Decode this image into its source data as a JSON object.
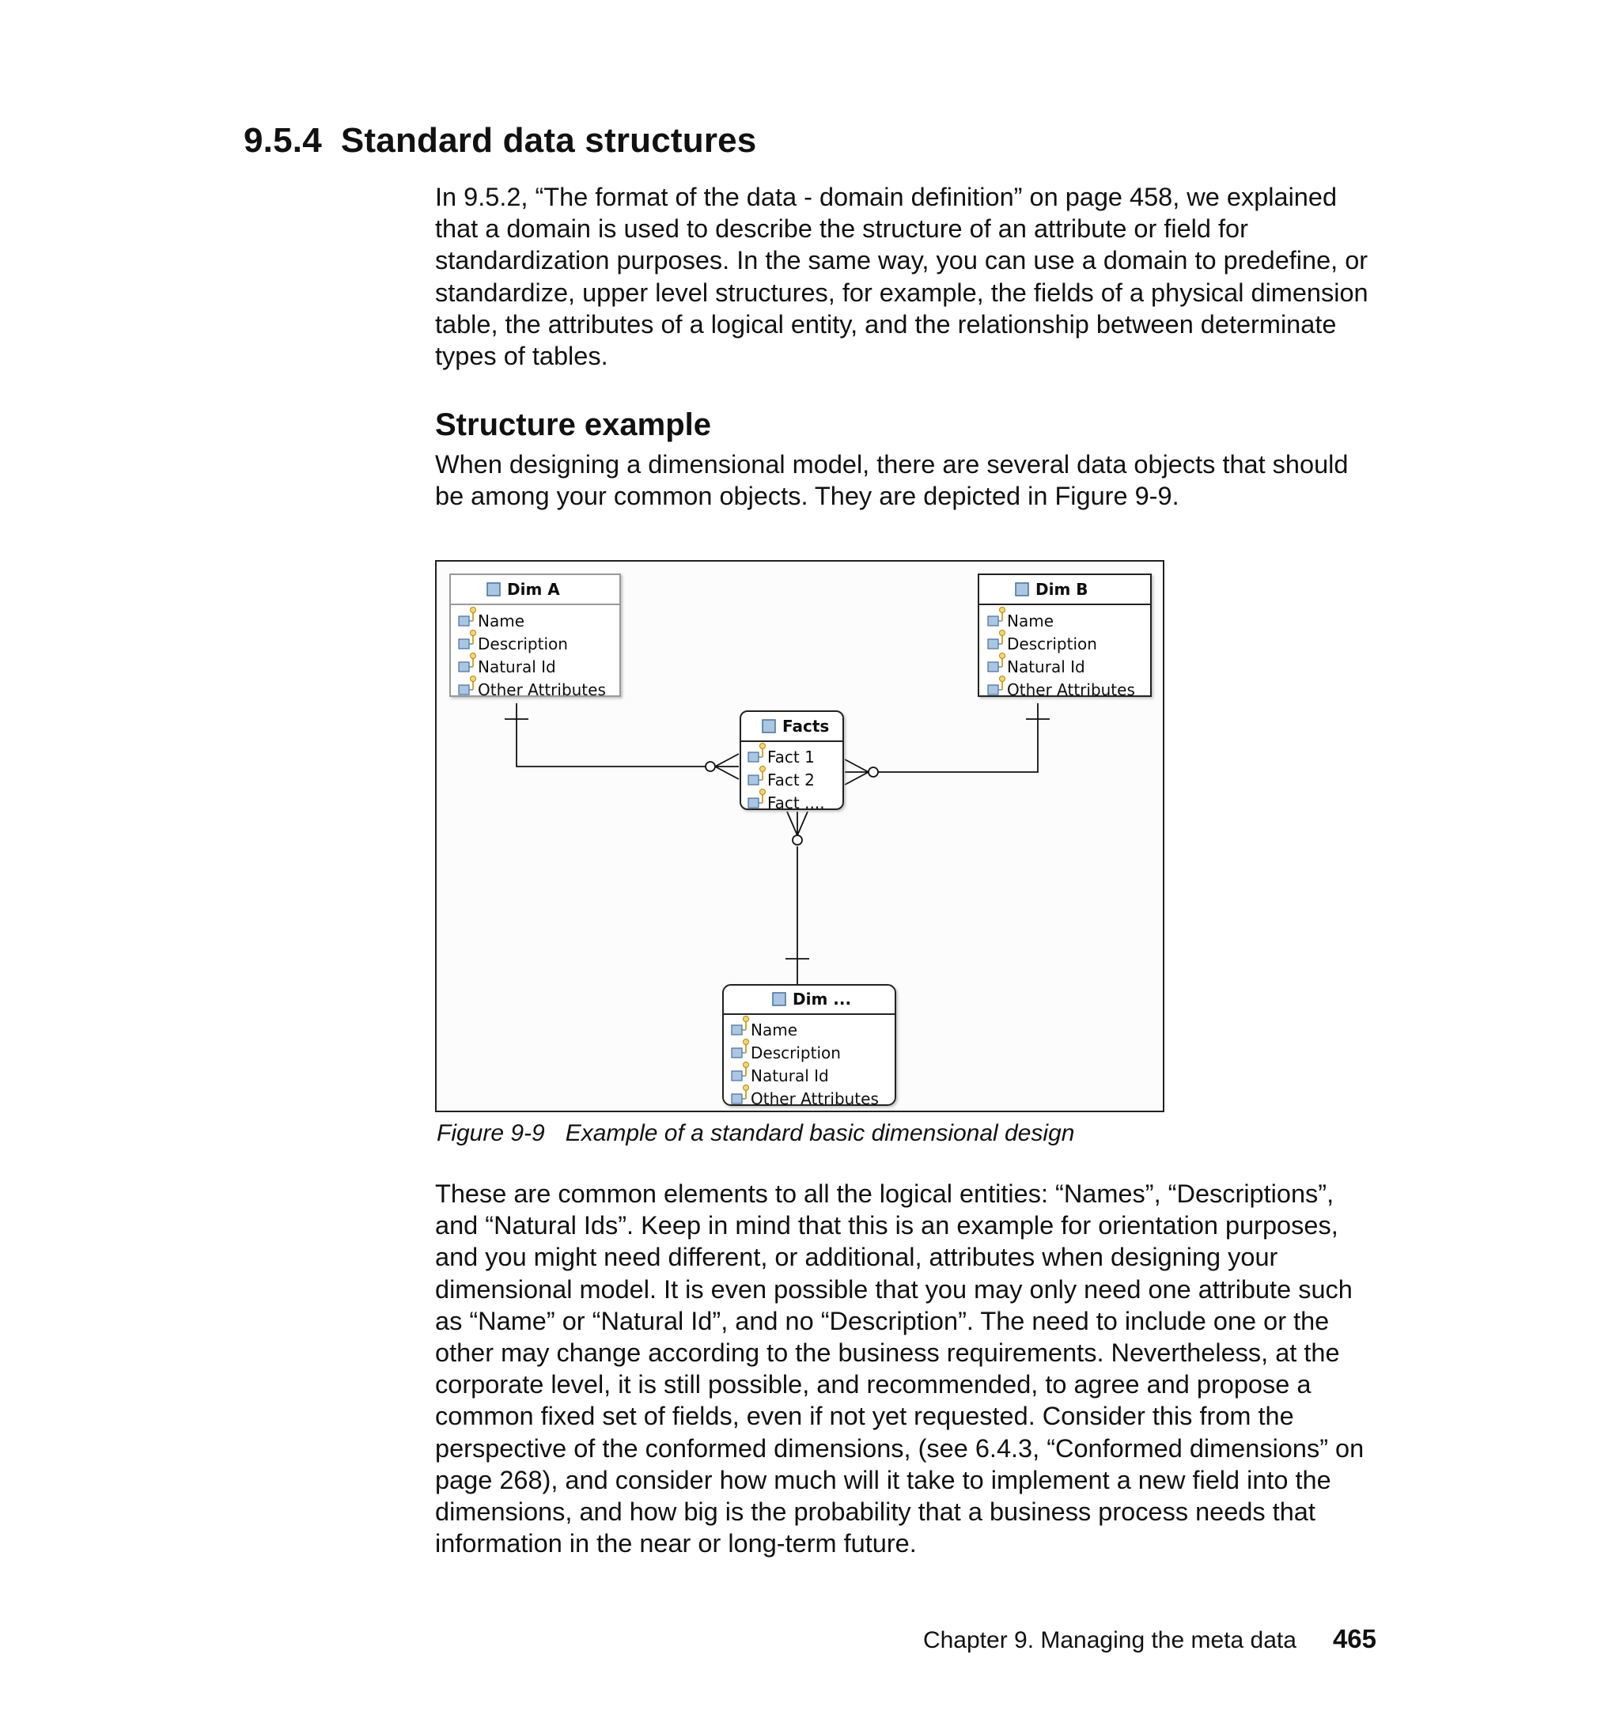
{
  "section": {
    "number": "9.5.4",
    "title": "Standard data structures"
  },
  "intro_paragraph": "In 9.5.2, “The format of the data - domain definition” on page 458, we explained that a domain is used to describe the structure of an attribute or field for standardization purposes. In the same way, you can use a domain to predefine, or standardize, upper level structures, for example, the fields of a physical dimension table, the attributes of a logical entity, and the relationship between determinate types of tables.",
  "subsection": {
    "title": "Structure example",
    "paragraph": "When designing a dimensional model, there are several data objects that should be among your common objects. They are depicted in Figure 9-9."
  },
  "figure": {
    "label": "Figure 9-9",
    "caption": "Example of a standard basic dimensional design",
    "entities": {
      "dim_a": {
        "title": "Dim A",
        "attributes": [
          "Name",
          "Description",
          "Natural Id",
          "Other Attributes"
        ]
      },
      "dim_b": {
        "title": "Dim B",
        "attributes": [
          "Name",
          "Description",
          "Natural Id",
          "Other Attributes"
        ]
      },
      "facts": {
        "title": "Facts",
        "attributes": [
          "Fact 1",
          "Fact 2",
          "Fact ...."
        ]
      },
      "dim_n": {
        "title": "Dim ...",
        "attributes": [
          "Name",
          "Description",
          "Natural Id",
          "Other Attributes"
        ]
      }
    },
    "relationships": [
      {
        "from": "Dim A",
        "to": "Facts",
        "from_end": "one",
        "to_end": "zero-or-many"
      },
      {
        "from": "Dim B",
        "to": "Facts",
        "from_end": "one",
        "to_end": "zero-or-many"
      },
      {
        "from": "Dim ...",
        "to": "Facts",
        "from_end": "one",
        "to_end": "zero-or-many"
      }
    ]
  },
  "closing_paragraph": "These are common elements to all the logical entities: “Names”, “Descriptions”, and “Natural Ids”. Keep in mind that this is an example for orientation purposes, and you might need different, or additional, attributes when designing your dimensional model. It is even possible that you may only need one attribute such as “Name” or “Natural Id”, and no “Description”. The need to include one or the other may change according to the business requirements. Nevertheless, at the corporate level, it is still possible, and recommended, to agree and propose a common fixed set of fields, even if not yet requested. Consider this from the perspective of the conformed dimensions, (see 6.4.3, “Conformed dimensions” on page 268), and consider how much will it take to implement a new field into the dimensions, and how big is the probability that a business process needs that information in the near or long-term future.",
  "footer": {
    "chapter": "Chapter 9. Managing the meta data",
    "page_number": "465"
  },
  "colors": {
    "entity_icon": "#a9c6e4",
    "key_icon": "#d9a520",
    "line": "#111111"
  },
  "icons": {
    "entity": "table-entity-icon",
    "attribute": "key-attribute-icon"
  }
}
